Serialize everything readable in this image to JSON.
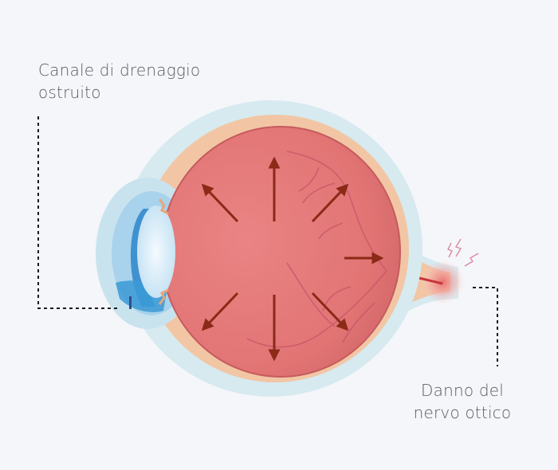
{
  "diagram": {
    "subject": "Glaucoma eye cross-section",
    "labels": {
      "drainage": {
        "line1": "Canale di drenaggio",
        "line2": "ostruito"
      },
      "optic_nerve": {
        "line1": "Danno del",
        "line2": "nervo ottico"
      }
    },
    "colors": {
      "background": "#f5f6fa",
      "vitreous": "#e4797a",
      "sclera_outer": "#d6eaf0",
      "choroid": "#f2c6a4",
      "arrows": "#8a2a17",
      "cornea": "#9fd0ee",
      "iris": "#3f92cf",
      "lens": "#e0f0fb",
      "leader_lines": "#1a1a1a",
      "text": "#5b5b5b"
    },
    "arrows": [
      "up",
      "up-right",
      "right",
      "down-right",
      "down",
      "down-left",
      "up-left"
    ]
  }
}
